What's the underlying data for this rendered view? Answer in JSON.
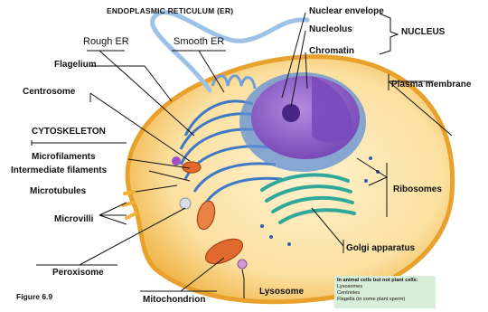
{
  "figure_label": "Figure 6.9",
  "er": {
    "title": "ENDOPLASMIC RETICULUM (ER)",
    "rough": "Rough ER",
    "smooth": "Smooth ER"
  },
  "nucleus": {
    "title": "NUCLEUS",
    "envelope": "Nuclear envelope",
    "nucleolus": "Nucleolus",
    "chromatin": "Chromatin"
  },
  "cytoskeleton": {
    "title": "CYTOSKELETON",
    "microfilaments": "Microfilaments",
    "intermediate": "Intermediate filaments",
    "microtubules": "Microtubules"
  },
  "labels": {
    "flagellum": "Flagelium",
    "centrosome": "Centrosome",
    "microvilli": "Microvilli",
    "peroxisome": "Peroxisome",
    "mitochondrion": "Mitochondrion",
    "lysosome": "Lysosome",
    "plasma_membrane": "Plasma membrane",
    "ribosomes": "Ribosomes",
    "golgi": "Golgi apparatus"
  },
  "legend": {
    "title": "In animal cells but not plant cells:",
    "items": [
      "Lysosomes",
      "Centrioles",
      "Flagella (in some plant sperm)"
    ]
  },
  "colors": {
    "membrane": "#f2b233",
    "cytoplasm": "#fbe2a6",
    "nucleus": "#8c5cc8",
    "er": "#3f78c4",
    "golgi": "#2fa89a",
    "mitochondria": "#e06a2e",
    "legend_bg": "#d7eed9"
  }
}
